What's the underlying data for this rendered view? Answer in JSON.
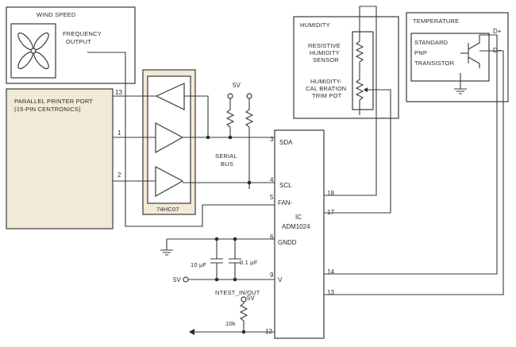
{
  "wind_speed": {
    "title": "WIND SPEED",
    "output_label_1": "FREQUENCY",
    "output_label_2": "OUTPUT"
  },
  "humidity": {
    "title": "HUMIDITY",
    "sensor_lines": [
      "RESISTIVE",
      "HUMIDITY",
      "SENSOR"
    ],
    "pot_lines": [
      "HUMIDITY-",
      "CAL BRATION",
      "TRIM POT"
    ]
  },
  "temperature": {
    "title": "TEMPERATURE",
    "transistor_lines": [
      "STANDARD",
      "PNP",
      "TRANSISTOR"
    ],
    "pin_dplus": "D+",
    "pin_dminus": "D−"
  },
  "printer_port": {
    "line1": "PARALLEL PRINTER PORT",
    "line2": "(15-PIN CENTRONICS)"
  },
  "buffer": {
    "part": "74HC07"
  },
  "port_pins": {
    "p13": "13",
    "p1": "1",
    "p2": "2"
  },
  "supply": {
    "five_v": "5V",
    "v5_small": "5V"
  },
  "serial_bus": {
    "line1": "SERIAL",
    "line2": "BUS"
  },
  "ic": {
    "line1": "IC",
    "line2": "ADM1024",
    "pins": {
      "sda": {
        "num": "3",
        "name": "SDA"
      },
      "scl": {
        "num": "4",
        "name": "SCL"
      },
      "fan": {
        "num": "5",
        "name": "FAN-"
      },
      "gnd": {
        "num": "6",
        "name": "GNDD"
      },
      "vcc": {
        "num": "9",
        "name": "V"
      },
      "p12": {
        "num": "12"
      },
      "p18": {
        "num": "18"
      },
      "p17": {
        "num": "17"
      },
      "p14": {
        "num": "14"
      },
      "p13": {
        "num": "13"
      }
    }
  },
  "caps": {
    "c1": "10 μF",
    "c2": "0.1 μF"
  },
  "ntest": "NTEST_IN/OUT",
  "resistor_10k": "10k"
}
